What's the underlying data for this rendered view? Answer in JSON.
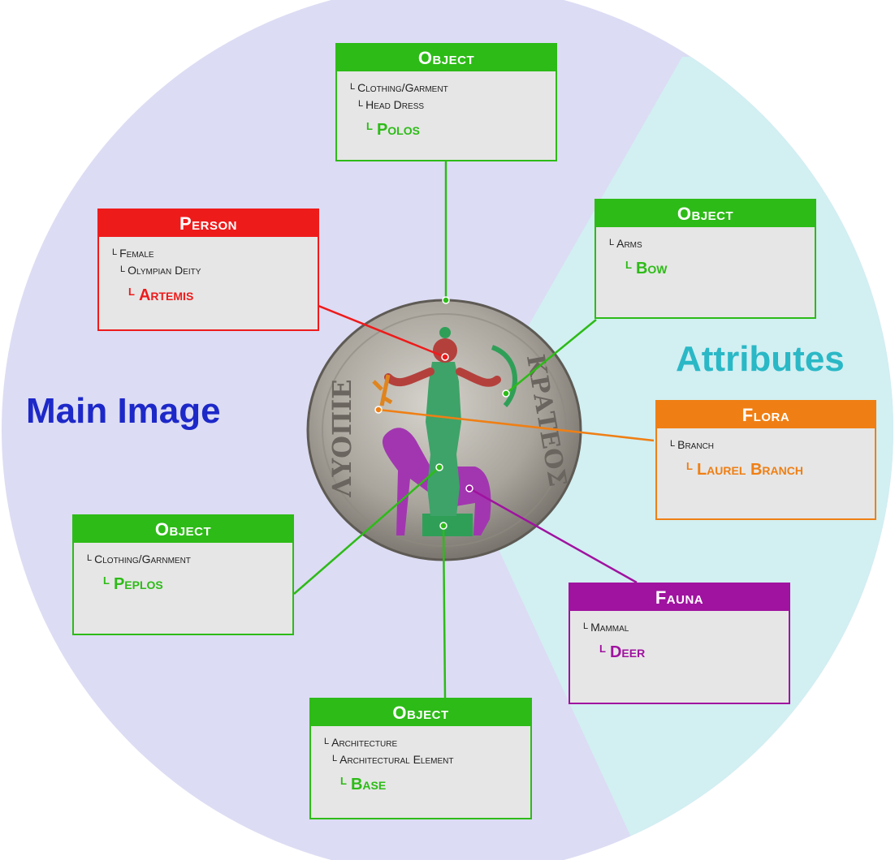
{
  "colors": {
    "main_region": "#dcdcf4",
    "attr_region": "#d2eff2",
    "green": "#2dbb17",
    "red": "#ee1b1b",
    "orange": "#ef7f14",
    "purple": "#a012a0",
    "main_text": "#1d28c8",
    "attr_text": "#2ab8c6"
  },
  "regions": {
    "main_image": "Main Image",
    "attributes": "Attributes"
  },
  "coin": {
    "legend_left": "ΛΥΟΠΙΕ",
    "legend_right": "ΚΡΑΤΕΟΣ"
  },
  "boxes": {
    "polos": {
      "category": "Object",
      "path": [
        "Clothing/Garment",
        "Head Dress"
      ],
      "leaf": "Polos"
    },
    "artemis": {
      "category": "Person",
      "path": [
        "Female",
        "Olympian Deity"
      ],
      "leaf": "Artemis"
    },
    "bow": {
      "category": "Object",
      "path": [
        "Arms"
      ],
      "leaf": "Bow"
    },
    "laurel": {
      "category": "Flora",
      "path": [
        "Branch"
      ],
      "leaf": "Laurel Branch"
    },
    "peplos": {
      "category": "Object",
      "path": [
        "Clothing/Garnment"
      ],
      "leaf": "Peplos"
    },
    "deer": {
      "category": "Fauna",
      "path": [
        "Mammal"
      ],
      "leaf": "Deer"
    },
    "base": {
      "category": "Object",
      "path": [
        "Architecture",
        "Architectural Element"
      ],
      "leaf": "Base"
    }
  }
}
